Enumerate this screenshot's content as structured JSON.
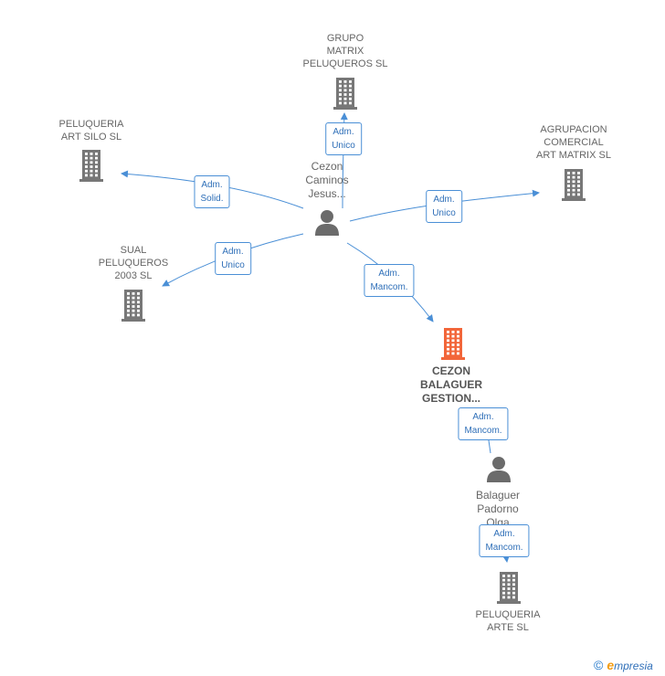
{
  "colors": {
    "edge": "#4a8fd6",
    "building": "#777777",
    "focus": "#f2663a",
    "person": "#6b6b6b"
  },
  "nodes": {
    "grupo_matrix": {
      "label": "GRUPO\nMATRIX\nPELUQUEROS SL",
      "icon": "building-icon"
    },
    "art_silo": {
      "label": "PELUQUERIA\nART SILO  SL",
      "icon": "building-icon"
    },
    "agrupacion": {
      "label": "AGRUPACION\nCOMERCIAL\nART MATRIX SL",
      "icon": "building-icon"
    },
    "sual": {
      "label": "SUAL\nPELUQUEROS\n2003 SL",
      "icon": "building-icon"
    },
    "cezon_jesus": {
      "label": "Cezon\nCaminos\nJesus...",
      "icon": "person-icon"
    },
    "cezon_balaguer": {
      "label": "CEZON\nBALAGUER\nGESTION...",
      "icon": "building-icon"
    },
    "balaguer_olga": {
      "label": "Balaguer\nPadorno\nOlga",
      "icon": "person-icon"
    },
    "arte": {
      "label": "PELUQUERIA\nARTE  SL",
      "icon": "building-icon"
    }
  },
  "edges": {
    "e1": "Adm.\nUnico",
    "e2": "Adm.\nSolid.",
    "e3": "Adm.\nUnico",
    "e4": "Adm.\nUnico",
    "e5": "Adm.\nMancom.",
    "e6": "Adm.\nMancom.",
    "e7": "Adm.\nMancom."
  },
  "brand": {
    "copyright": "©",
    "name_initial": "e",
    "name_rest": "mpresia"
  }
}
